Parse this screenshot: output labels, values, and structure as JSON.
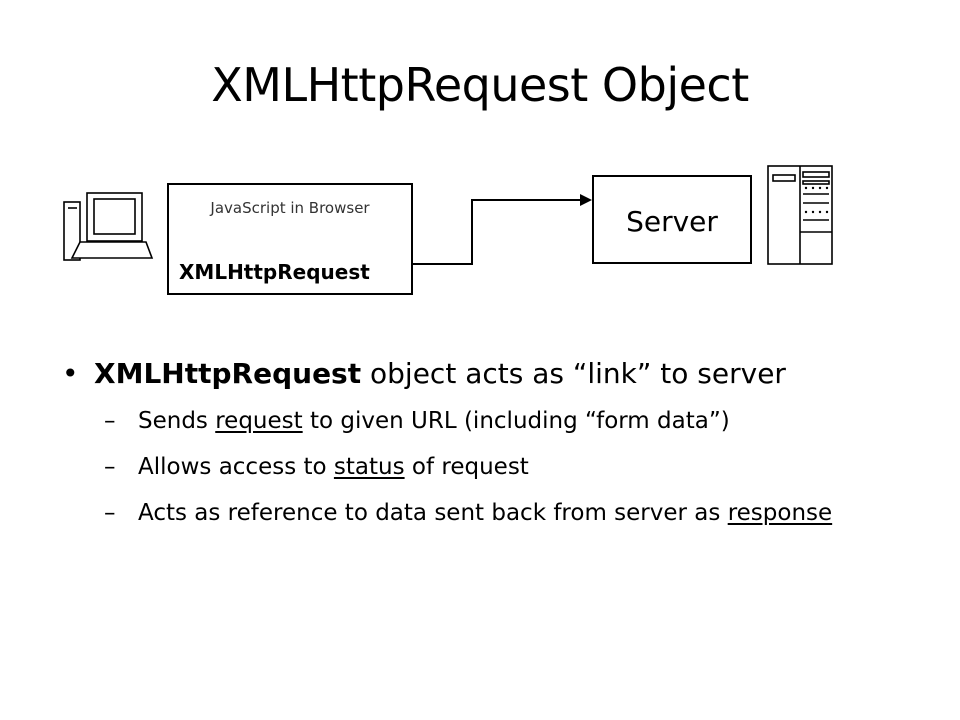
{
  "slide": {
    "title": "XMLHttpRequest Object"
  },
  "diagram": {
    "client_icon": "desktop-computer-icon",
    "server_icon": "server-tower-icon",
    "browser_box": {
      "caption": "JavaScript in Browser",
      "object_label": "XMLHttpRequest"
    },
    "server_box": {
      "label": "Server"
    },
    "connector": "arrow-from-xmlhttprequest-to-server"
  },
  "bullets": {
    "main": {
      "marker": "•",
      "strong": "XMLHttpRequest",
      "rest": " object acts as “link” to server"
    },
    "sub": [
      {
        "marker": "–",
        "before": "Sends ",
        "underlined": "request",
        "after": " to given URL (including “form data”)"
      },
      {
        "marker": "–",
        "before": "Allows access to ",
        "underlined": "status",
        "after": " of request"
      },
      {
        "marker": "–",
        "before": "Acts as reference to data sent back from server as ",
        "underlined": "response",
        "after": ""
      }
    ]
  }
}
